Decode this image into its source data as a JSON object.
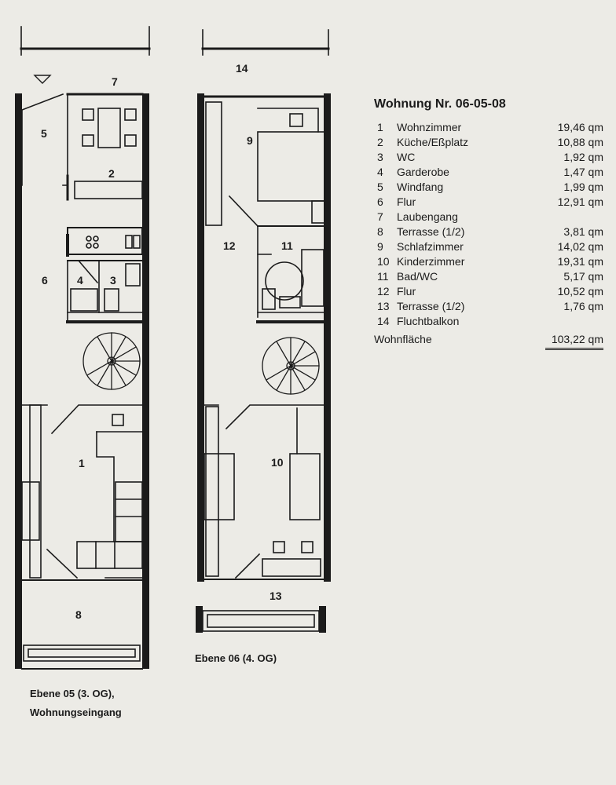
{
  "floor_plan": {
    "left_plan": {
      "caption_line1": "Ebene 05 (3. OG),",
      "caption_line2": "Wohnungseingang",
      "room_labels": [
        "7",
        "5",
        "2",
        "6",
        "4",
        "3",
        "1",
        "8"
      ]
    },
    "right_plan": {
      "caption": "Ebene 06 (4. OG)",
      "room_labels": [
        "14",
        "9",
        "12",
        "11",
        "10",
        "13"
      ]
    }
  },
  "apartment": {
    "title": "Wohnung Nr. 06-05-08",
    "rooms": [
      {
        "num": "1",
        "name": "Wohnzimmer",
        "area": "19,46 qm"
      },
      {
        "num": "2",
        "name": "Küche/Eßplatz",
        "area": "10,88 qm"
      },
      {
        "num": "3",
        "name": "WC",
        "area": "1,92 qm"
      },
      {
        "num": "4",
        "name": "Garderobe",
        "area": "1,47 qm"
      },
      {
        "num": "5",
        "name": "Windfang",
        "area": "1,99 qm"
      },
      {
        "num": "6",
        "name": "Flur",
        "area": "12,91 qm"
      },
      {
        "num": "7",
        "name": "Laubengang",
        "area": ""
      },
      {
        "num": "8",
        "name": "Terrasse (1/2)",
        "area": "3,81 qm"
      },
      {
        "num": "9",
        "name": "Schlafzimmer",
        "area": "14,02 qm"
      },
      {
        "num": "10",
        "name": "Kinderzimmer",
        "area": "19,31 qm"
      },
      {
        "num": "11",
        "name": "Bad/WC",
        "area": "5,17 qm"
      },
      {
        "num": "12",
        "name": "Flur",
        "area": "10,52 qm"
      },
      {
        "num": "13",
        "name": "Terrasse (1/2)",
        "area": "1,76 qm"
      },
      {
        "num": "14",
        "name": "Fluchtbalkon",
        "area": ""
      }
    ],
    "total_label": "Wohnfläche",
    "total_area": "103,22 qm"
  }
}
